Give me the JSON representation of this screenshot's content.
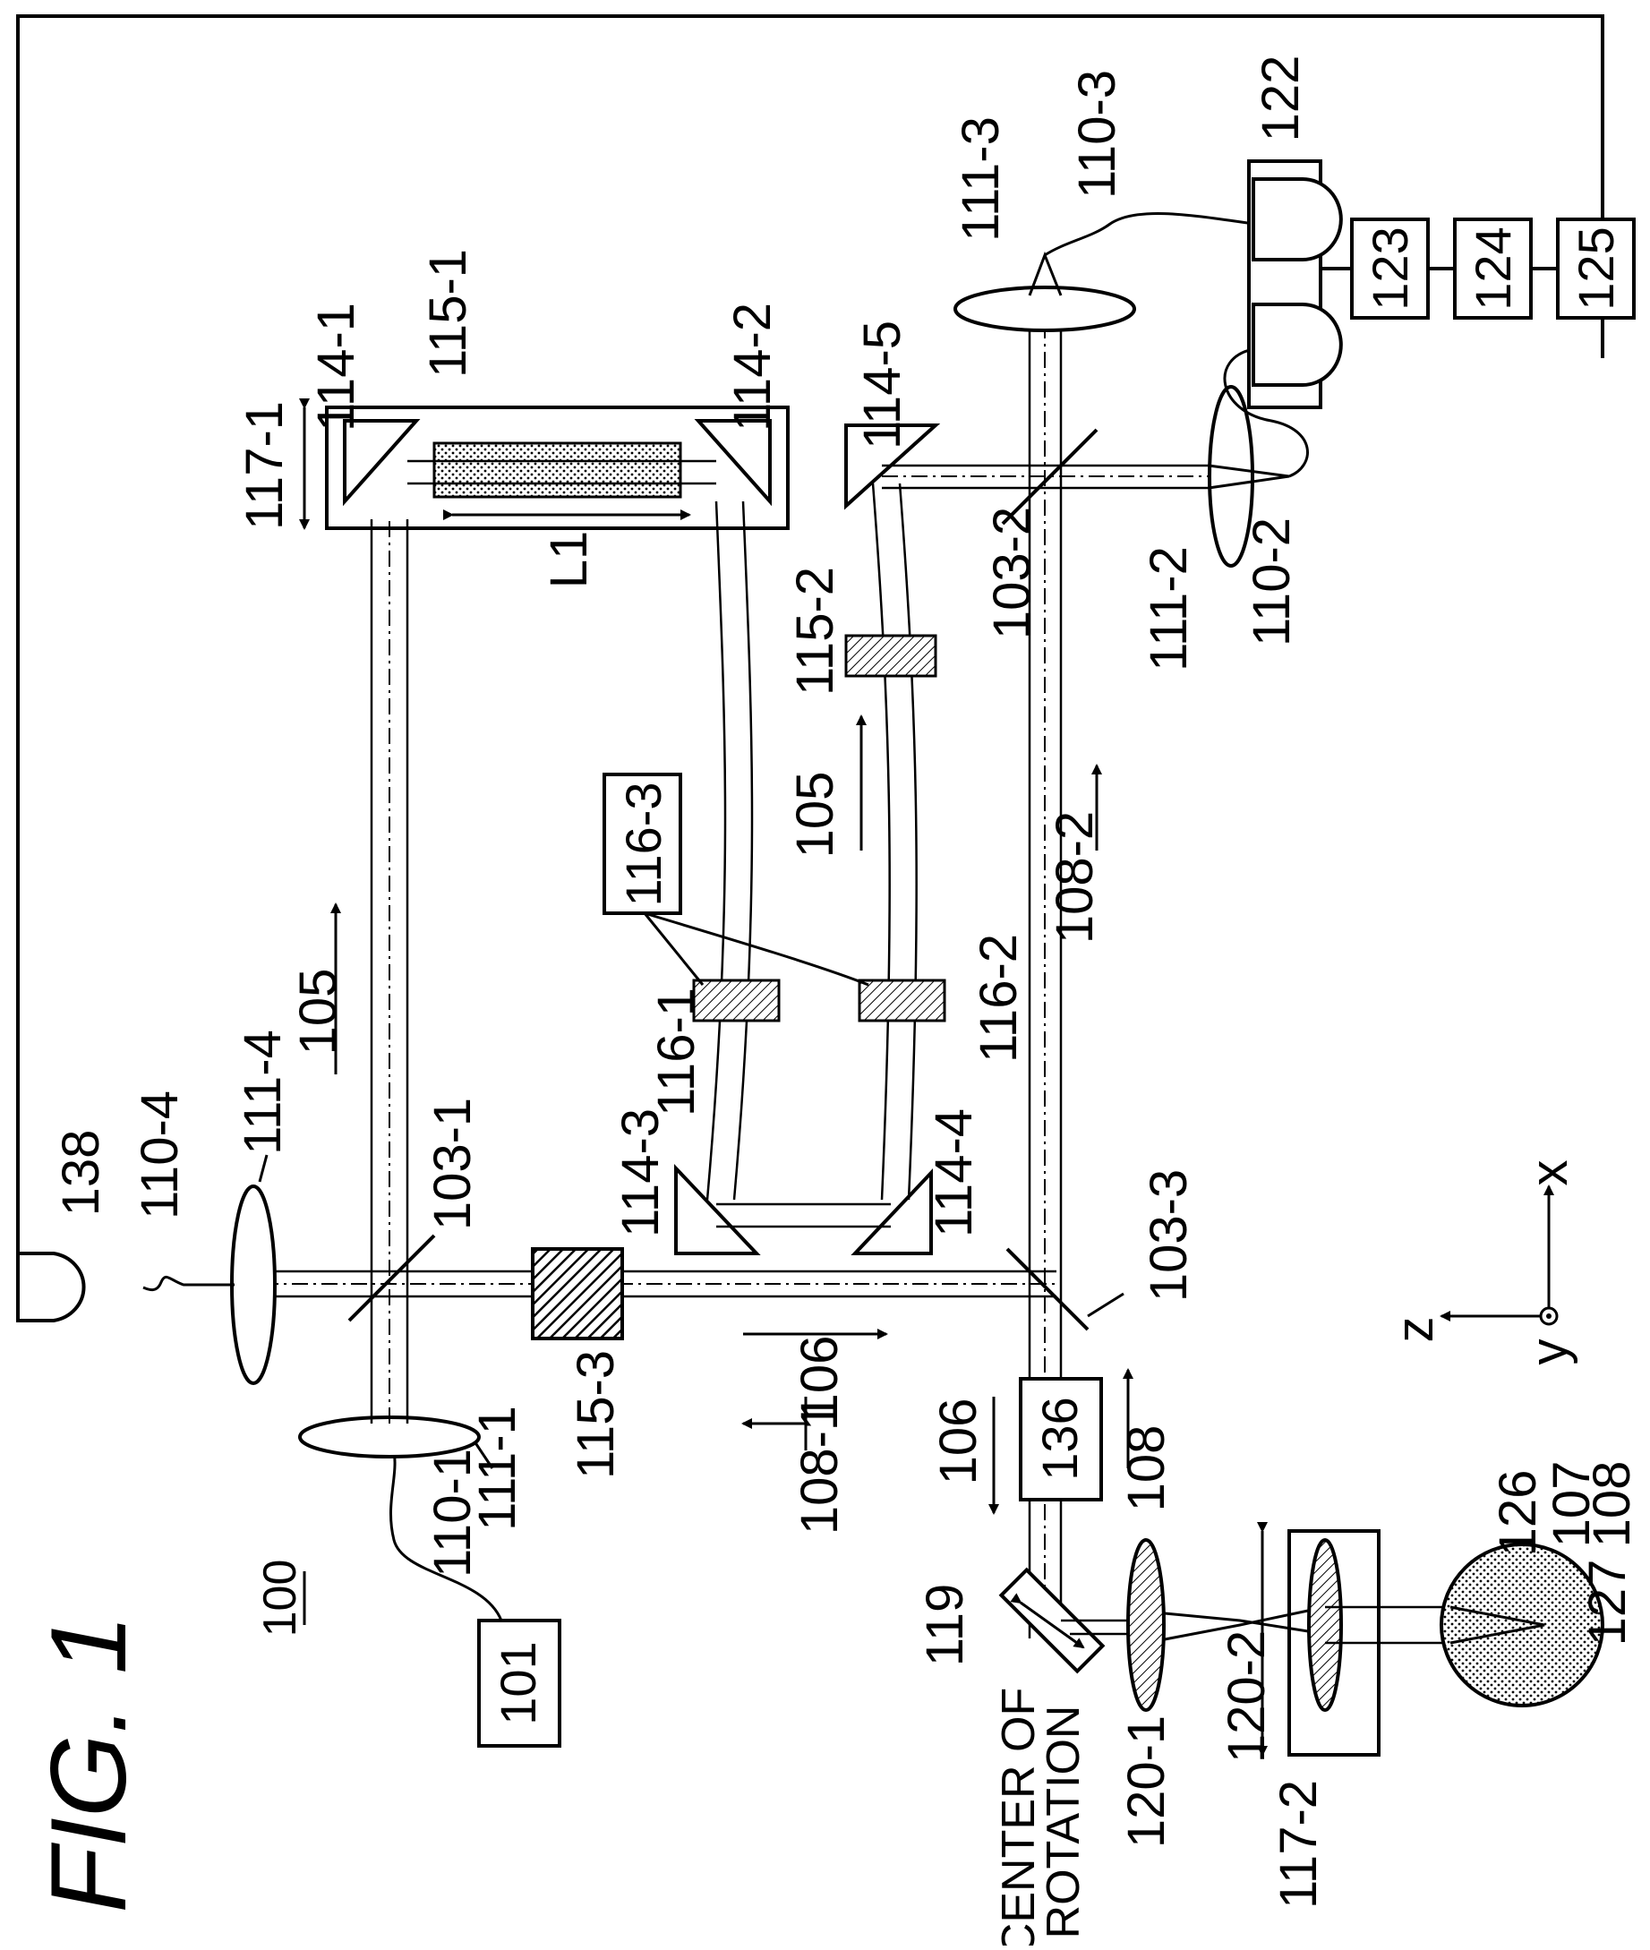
{
  "figure": {
    "title": "FIG. 1",
    "system_label": "100",
    "axes": {
      "z": "z",
      "x": "x",
      "y": "y"
    },
    "center_of_rotation": [
      "CENTER OF",
      "ROTATION"
    ]
  },
  "labels": {
    "source": "101",
    "bs1": "103-1",
    "bs2": "103-2",
    "bs3": "103-3",
    "beam105a": "105",
    "beam105b": "105",
    "beam106a": "106",
    "beam106b": "106",
    "eye": "107",
    "beam108": "108",
    "beam108_1": "108-1",
    "beam108_2": "108-2",
    "fiber1": "110-1",
    "fiber2": "110-2",
    "fiber3": "110-3",
    "fiber4": "110-4",
    "lens1": "111-1",
    "lens2": "111-2",
    "lens3": "111-3",
    "lens4": "111-4",
    "prism1": "114-1",
    "prism2": "114-2",
    "prism3": "114-3",
    "prism4": "114-4",
    "prism5": "114-5",
    "disp1": "115-1",
    "disp2": "115-2",
    "disp3": "115-3",
    "plate1": "116-1",
    "plate2": "116-2",
    "plate3": "116-3",
    "stage1": "117-1",
    "stage2": "117-2",
    "scanner": "119",
    "lens120_1": "120-1",
    "lens120_2": "120-2",
    "detector": "122",
    "amp": "123",
    "adc": "124",
    "computer": "125",
    "cornea": "126",
    "retina": "127",
    "shutter": "136",
    "monitor": "138",
    "length": "L1"
  }
}
